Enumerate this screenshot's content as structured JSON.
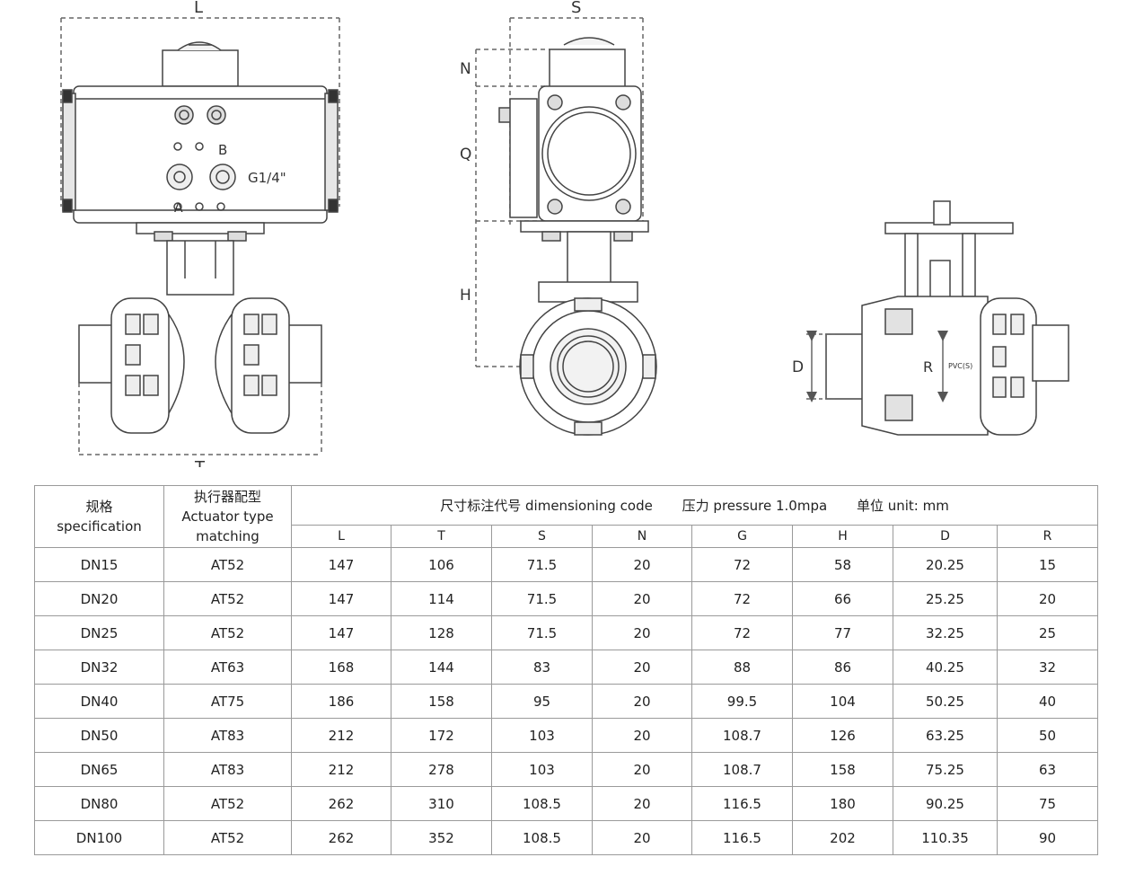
{
  "drawing": {
    "front_labels": {
      "L": "L",
      "T": "T"
    },
    "front_ports": {
      "B": "B",
      "A": "A",
      "thread": "G1/4\""
    },
    "side_labels": {
      "S": "S",
      "N": "N",
      "Q": "Q",
      "H": "H"
    },
    "section_labels": {
      "D": "D",
      "R": "R",
      "note": "PVC(S)"
    }
  },
  "table": {
    "headers": {
      "spec_cn": "规格",
      "spec_en": "specification",
      "actuator_cn": "执行器配型",
      "actuator_en_1": "Actuator type",
      "actuator_en_2": "matching",
      "dim_code": "尺寸标注代号 dimensioning code",
      "pressure": "压力 pressure 1.0mpa",
      "unit": "单位 unit: mm"
    },
    "columns": [
      "L",
      "T",
      "S",
      "N",
      "G",
      "H",
      "D",
      "R"
    ],
    "rows": [
      [
        "DN15",
        "AT52",
        "147",
        "106",
        "71.5",
        "20",
        "72",
        "58",
        "20.25",
        "15"
      ],
      [
        "DN20",
        "AT52",
        "147",
        "114",
        "71.5",
        "20",
        "72",
        "66",
        "25.25",
        "20"
      ],
      [
        "DN25",
        "AT52",
        "147",
        "128",
        "71.5",
        "20",
        "72",
        "77",
        "32.25",
        "25"
      ],
      [
        "DN32",
        "AT63",
        "168",
        "144",
        "83",
        "20",
        "88",
        "86",
        "40.25",
        "32"
      ],
      [
        "DN40",
        "AT75",
        "186",
        "158",
        "95",
        "20",
        "99.5",
        "104",
        "50.25",
        "40"
      ],
      [
        "DN50",
        "AT83",
        "212",
        "172",
        "103",
        "20",
        "108.7",
        "126",
        "63.25",
        "50"
      ],
      [
        "DN65",
        "AT83",
        "212",
        "278",
        "103",
        "20",
        "108.7",
        "158",
        "75.25",
        "63"
      ],
      [
        "DN80",
        "AT52",
        "262",
        "310",
        "108.5",
        "20",
        "116.5",
        "180",
        "90.25",
        "75"
      ],
      [
        "DN100",
        "AT52",
        "262",
        "352",
        "108.5",
        "20",
        "116.5",
        "202",
        "110.35",
        "90"
      ]
    ]
  }
}
